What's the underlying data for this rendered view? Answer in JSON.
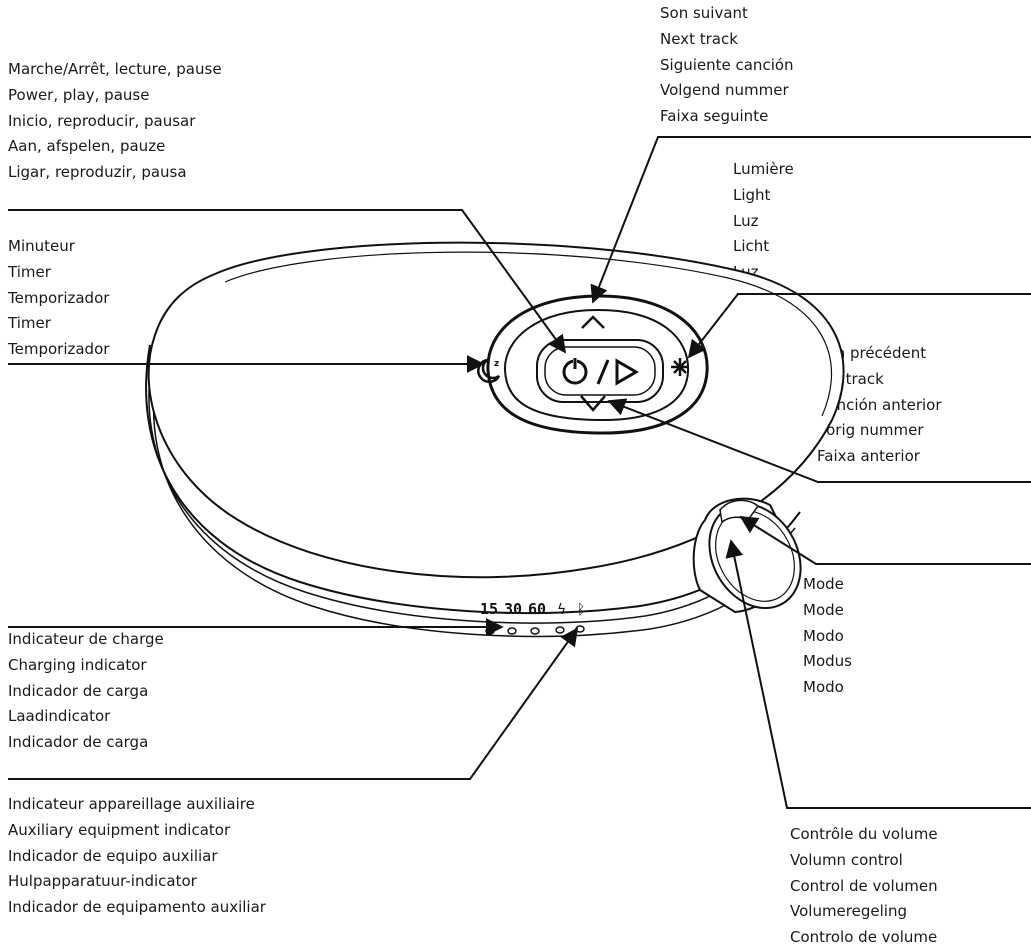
{
  "labels": {
    "next_track": [
      "Son suivant",
      "Next track",
      "Siguiente canción",
      "Volgend nummer",
      "Faixa seguinte"
    ],
    "power": [
      "Marche/Arrêt, lecture, pause",
      "Power, play, pause",
      "Inicio, reproducir, pausar",
      "Aan, afspelen, pauze",
      "Ligar, reproduzir, pausa"
    ],
    "light": [
      "Lumière",
      "Light",
      "Luz",
      "Licht",
      "Luz"
    ],
    "timer": [
      "Minuteur",
      "Timer",
      "Temporizador",
      "Timer",
      "Temporizador"
    ],
    "previous_track": [
      "Son précédent",
      "Pre track",
      "Canción anterior",
      "Vorig nummer",
      "Faixa anterior"
    ],
    "mode": [
      "Mode",
      "Mode",
      "Modo",
      "Modus",
      "Modo"
    ],
    "charging": [
      "Indicateur de charge",
      "Charging indicator",
      "Indicador de carga",
      "Laadindicator",
      "Indicador de carga"
    ],
    "auxiliary": [
      "Indicateur appareillage auxiliaire",
      "Auxiliary equipment indicator",
      "Indicador de equipo auxiliar",
      "Hulpapparatuur-indicator",
      "Indicador de equipamento auxiliar"
    ],
    "volume": [
      "Contrôle du volume",
      "Volumn control",
      "Control de volumen",
      "Volumeregeling",
      "Controlo de volume"
    ]
  },
  "device": {
    "indicator_labels": [
      "15",
      "30",
      "60"
    ],
    "charge_symbol": "ϟ",
    "bluetooth_symbol": "ᛒ",
    "timer_symbol": "z"
  }
}
